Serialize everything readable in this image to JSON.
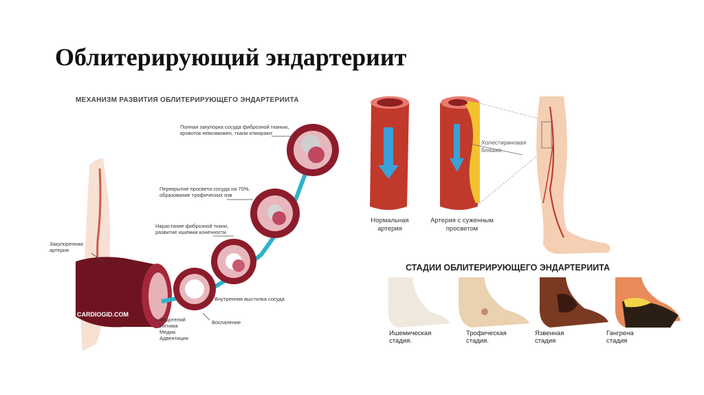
{
  "slide": {
    "title": "Облитерирующий эндартериит"
  },
  "mechanism": {
    "title": "МЕХАНИЗМ РАЗВИТИЯ ОБЛИТЕРИРУЮЩЕГО ЭНДАРТЕРИИТА",
    "callouts": [
      {
        "line1": "Полная закупорка сосуда фиброзной тканью,",
        "line2": "кровоток невозможен, ткани отмирают"
      },
      {
        "line1": "Перекрытие просвета сосуда на 70%,",
        "line2": "образование трофических язв"
      },
      {
        "line1": "Нарастание фиброзной ткани,",
        "line2": "развитие ишемии конечности"
      }
    ],
    "blocked_artery": {
      "line1": "Закупоренная",
      "line2": "артерия"
    },
    "inner_lining": "Внутренняя выстилка сосуда",
    "inflammation": "Воспаление",
    "layers": [
      "Эндотелий",
      "Интима",
      "Медиа",
      "Адвентиция"
    ],
    "watermark": "CARDIOGID.COM"
  },
  "arteries": {
    "normal": {
      "line1": "Нормальная",
      "line2": "артерия"
    },
    "narrowed": {
      "line1": "Артерия с суженным",
      "line2": "просветом"
    },
    "plaque": {
      "line1": "Холестириновая",
      "line2": "бляшка"
    }
  },
  "stages": {
    "title": "СТАДИИ ОБЛИТЕРИРУЮЩЕГО ЭНДАРТЕРИИТА",
    "items": [
      {
        "line1": "Ишемическая",
        "line2": "стадия."
      },
      {
        "line1": "Трофическая",
        "line2": "стадия."
      },
      {
        "line1": "Язвенная",
        "line2": "стадия"
      },
      {
        "line1": "Гангрена",
        "line2": "стадия"
      }
    ]
  },
  "colors": {
    "artery_red": "#c0392b",
    "artery_dark": "#7a1622",
    "flow_blue": "#3aa0d8",
    "plaque_yellow": "#f2c230",
    "skin": "#f4cfb4"
  }
}
